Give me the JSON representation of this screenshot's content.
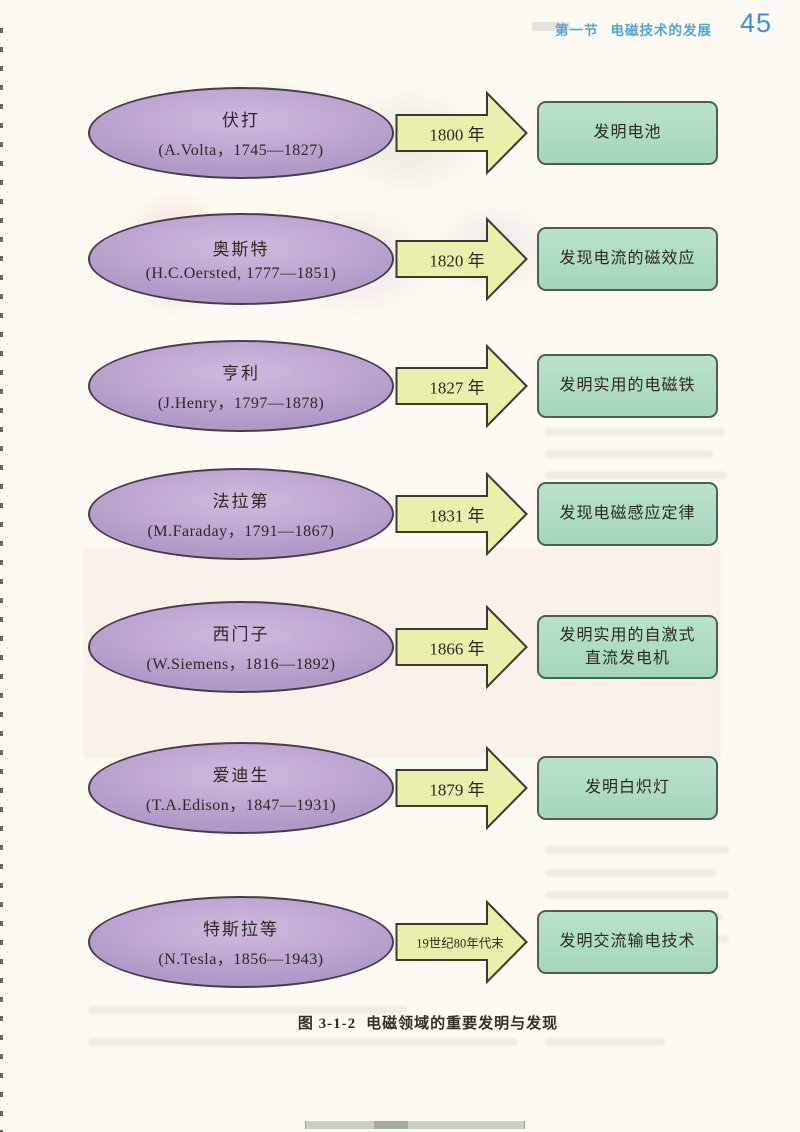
{
  "header": {
    "section_label": "第一节",
    "section_title": "电磁技术的发展",
    "page_number": "45"
  },
  "rows": [
    {
      "scientist": "伏打",
      "dates": "(A.Volta，1745—1827)",
      "year": "1800 年",
      "achievement": "发明电池"
    },
    {
      "scientist": "奥斯特",
      "dates": "(H.C.Oersted, 1777—1851)",
      "year": "1820 年",
      "achievement": "发现电流的磁效应"
    },
    {
      "scientist": "亨利",
      "dates": "(J.Henry，1797—1878)",
      "year": "1827 年",
      "achievement": "发明实用的电磁铁"
    },
    {
      "scientist": "法拉第",
      "dates": "(M.Faraday，1791—1867)",
      "year": "1831 年",
      "achievement": "发现电磁感应定律"
    },
    {
      "scientist": "西门子",
      "dates": "(W.Siemens，1816—1892)",
      "year": "1866 年",
      "achievement": "发明实用的自激式\n直流发电机"
    },
    {
      "scientist": "爱迪生",
      "dates": "(T.A.Edison，1847—1931)",
      "year": "1879 年",
      "achievement": "发明白炽灯"
    },
    {
      "scientist": "特斯拉等",
      "dates": "(N.Tesla，1856—1943)",
      "year": "19世纪80年代末",
      "achievement": "发明交流输电技术"
    }
  ],
  "caption": {
    "figure_label": "图 3-1-2",
    "text": "电磁领域的重要发明与发现"
  },
  "colors": {
    "page_bg": "#fcfaf2",
    "ellipse_fill": "#c0a8d3",
    "ellipse_border": "#463d4b",
    "arrow_fill": "#eaf0ac",
    "arrow_border": "#3a3a2e",
    "box_fill": "#aedcc4",
    "box_border": "#4f5d54",
    "header_blue": "#55a3d7",
    "page_number_blue": "#3e8ed8",
    "text_dark": "#2c2822"
  }
}
